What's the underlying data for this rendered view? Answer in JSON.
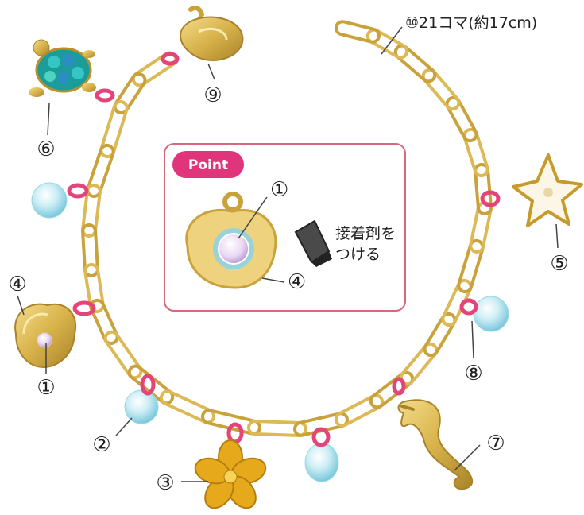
{
  "length_label": "⑩21コマ(約17cm)",
  "point": {
    "badge": "Point",
    "callout_num_1": "①",
    "callout_num_4": "④",
    "glue_line_1": "接着剤を",
    "glue_line_2": "つける"
  },
  "labels": {
    "n1": "①",
    "n2": "②",
    "n3": "③",
    "n4": "④",
    "n5": "⑤",
    "n6": "⑥",
    "n7": "⑦",
    "n8": "⑧",
    "n9": "⑨"
  },
  "colors": {
    "gold": "#d8b24a",
    "gold_dark": "#a9832a",
    "pink": "#e3457a",
    "frame": "#d46a7c",
    "badge": "#e0357a",
    "bead": "#8fd3e3"
  }
}
